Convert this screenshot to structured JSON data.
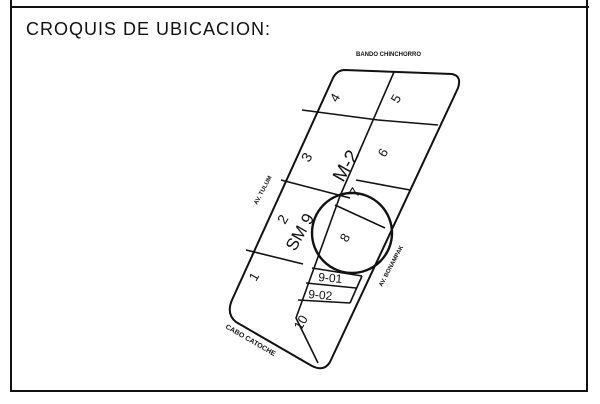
{
  "sheet": {
    "title": "CROQUIS DE UBICACION:"
  },
  "streets": {
    "top": "BANDO CHINCHORRO",
    "left": "AV. TULUM",
    "right": "AV. BONAMPAK",
    "bottom": "CABO CATOCHE"
  },
  "block": {
    "supermanzana": "SM 9",
    "manzana": "M-2",
    "lots": [
      "1",
      "2",
      "3",
      "4",
      "5",
      "6",
      "7",
      "8",
      "9-01",
      "9-02",
      "10"
    ],
    "highlighted_lot": "8"
  },
  "style": {
    "line_color": "#111111",
    "background": "#ffffff"
  }
}
